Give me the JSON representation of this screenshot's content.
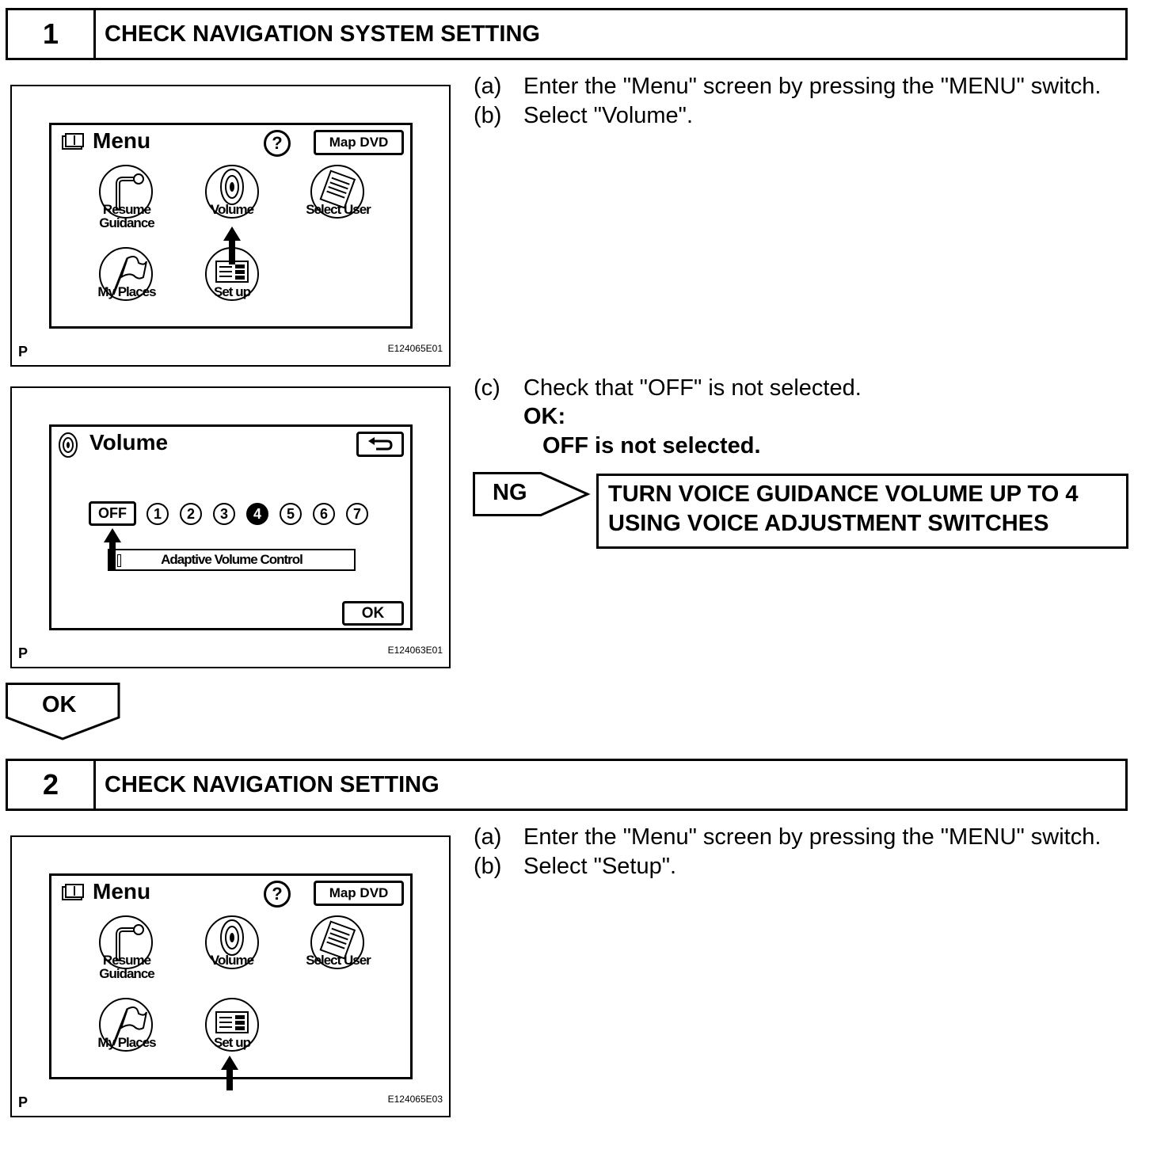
{
  "step1": {
    "number": "1",
    "title": "CHECK NAVIGATION SYSTEM SETTING",
    "figure1": {
      "screen_title": "Menu",
      "help_label": "?",
      "map_dvd_label": "Map DVD",
      "items": [
        "Resume\nGuidance",
        "Volume",
        "Select User",
        "My Places",
        "Set up"
      ],
      "corner_label": "P",
      "figure_id": "E124065E01"
    },
    "instructions_ab": [
      {
        "letter": "(a)",
        "text": "Enter the \"Menu\" screen by pressing the \"MENU\" switch."
      },
      {
        "letter": "(b)",
        "text": "Select \"Volume\"."
      }
    ],
    "figure2": {
      "screen_title": "Volume",
      "off_label": "OFF",
      "levels": [
        "1",
        "2",
        "3",
        "4",
        "5",
        "6",
        "7"
      ],
      "selected_level": "4",
      "adaptive_label": "Adaptive Volume Control",
      "ok_label": "OK",
      "corner_label": "P",
      "figure_id": "E124063E01"
    },
    "instruction_c": {
      "letter": "(c)",
      "text": "Check that \"OFF\" is not selected."
    },
    "ok_heading": "OK:",
    "ok_result": "OFF is not selected.",
    "ng_label": "NG",
    "ng_action_line1": "TURN VOICE GUIDANCE VOLUME UP TO 4",
    "ng_action_line2": "USING VOICE ADJUSTMENT SWITCHES"
  },
  "ok_arrow_label": "OK",
  "step2": {
    "number": "2",
    "title": "CHECK NAVIGATION SETTING",
    "figure": {
      "screen_title": "Menu",
      "help_label": "?",
      "map_dvd_label": "Map DVD",
      "items": [
        "Resume\nGuidance",
        "Volume",
        "Select User",
        "My Places",
        "Set up"
      ],
      "corner_label": "P",
      "figure_id": "E124065E03"
    },
    "instructions": [
      {
        "letter": "(a)",
        "text": "Enter the \"Menu\" screen by pressing the \"MENU\" switch."
      },
      {
        "letter": "(b)",
        "text": "Select \"Setup\"."
      }
    ]
  }
}
